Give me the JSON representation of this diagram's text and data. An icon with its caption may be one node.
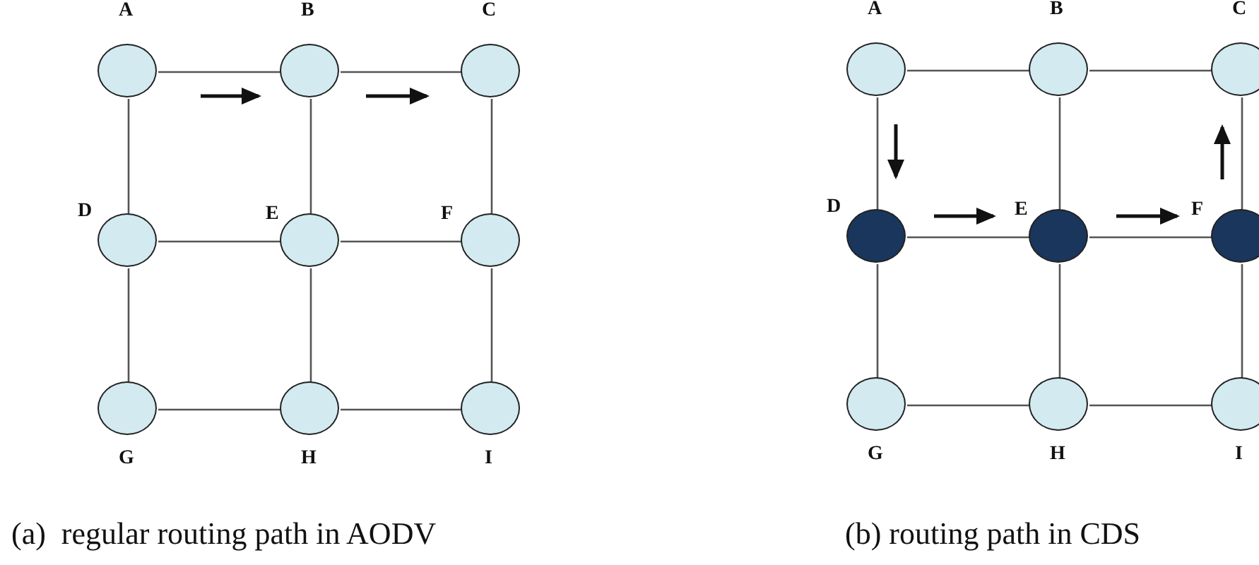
{
  "diagram": {
    "nodes": [
      {
        "text": [
          "A"
        ]
      },
      {
        "text": [
          "B"
        ]
      },
      {
        "text": [
          "C"
        ]
      },
      {
        "text": [
          "D"
        ]
      },
      {
        "text": [
          "E"
        ]
      },
      {
        "text": [
          "F"
        ]
      },
      {
        "text": [
          "G"
        ]
      },
      {
        "text": [
          "H"
        ]
      },
      {
        "text": [
          "I"
        ]
      },
      {
        "text": [
          "A"
        ]
      },
      {
        "text": [
          "B"
        ]
      },
      {
        "text": [
          "C"
        ]
      },
      {
        "text": [
          "D"
        ]
      },
      {
        "text": [
          "E"
        ]
      },
      {
        "text": [
          "F"
        ]
      },
      {
        "text": [
          "G"
        ]
      },
      {
        "text": [
          "H"
        ]
      },
      {
        "text": [
          "I"
        ]
      }
    ],
    "edges": [
      {
        "from": 0,
        "to": 1,
        "arrow": "none"
      },
      {
        "from": 1,
        "to": 2,
        "arrow": "none"
      },
      {
        "from": 0,
        "to": 3,
        "arrow": "none"
      },
      {
        "from": 1,
        "to": 4,
        "arrow": "none"
      },
      {
        "from": 2,
        "to": 5,
        "arrow": "none"
      },
      {
        "from": 3,
        "to": 4,
        "arrow": "none"
      },
      {
        "from": 4,
        "to": 5,
        "arrow": "none"
      },
      {
        "from": 3,
        "to": 6,
        "arrow": "none"
      },
      {
        "from": 4,
        "to": 7,
        "arrow": "none"
      },
      {
        "from": 5,
        "to": 8,
        "arrow": "none"
      },
      {
        "from": 6,
        "to": 7,
        "arrow": "none"
      },
      {
        "from": 7,
        "to": 8,
        "arrow": "none"
      },
      {
        "from": 9,
        "to": 10,
        "arrow": "none"
      },
      {
        "from": 10,
        "to": 11,
        "arrow": "none"
      },
      {
        "from": 9,
        "to": 12,
        "arrow": "none"
      },
      {
        "from": 10,
        "to": 13,
        "arrow": "none"
      },
      {
        "from": 11,
        "to": 14,
        "arrow": "none"
      },
      {
        "from": 12,
        "to": 13,
        "arrow": "none"
      },
      {
        "from": 13,
        "to": 14,
        "arrow": "none"
      },
      {
        "from": 12,
        "to": 15,
        "arrow": "none"
      },
      {
        "from": 13,
        "to": 16,
        "arrow": "none"
      },
      {
        "from": 14,
        "to": 17,
        "arrow": "none"
      },
      {
        "from": 15,
        "to": 16,
        "arrow": "none"
      },
      {
        "from": 16,
        "to": 17,
        "arrow": "none"
      }
    ],
    "labels": [
      "(a)  regular routing path in AODV",
      "(b) routing path in CDS"
    ]
  }
}
